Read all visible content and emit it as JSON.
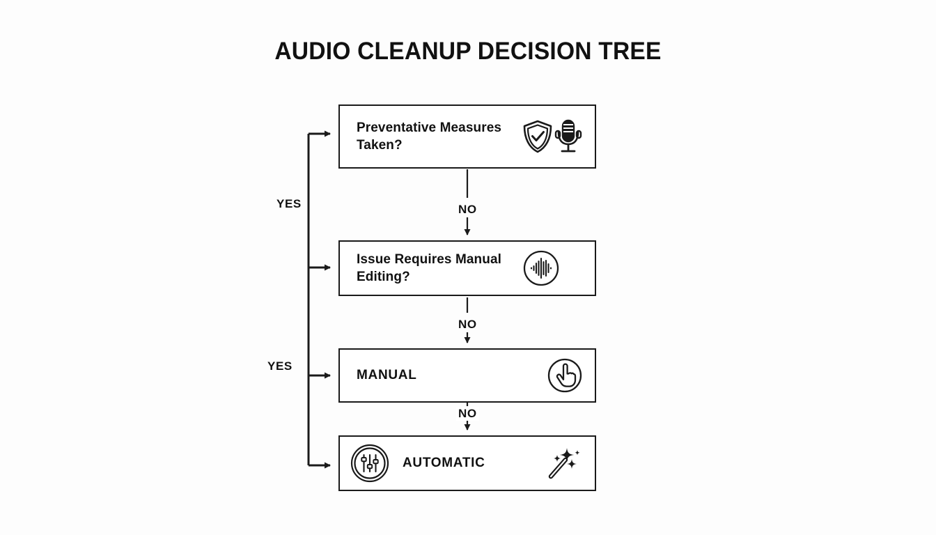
{
  "page": {
    "title": "AUDIO CLEANUP DECISION TREE",
    "background_color": "#fdfdfd",
    "line_color": "#1a1a1a",
    "text_color": "#111111"
  },
  "chart_data": {
    "type": "diagram",
    "diagram_kind": "decision-tree-flowchart",
    "title": "AUDIO CLEANUP DECISION TREE",
    "nodes": [
      {
        "id": "q1",
        "label": "Preventative Measures Taken?",
        "kind": "decision",
        "icons": [
          "shield-check-icon",
          "microphone-icon"
        ],
        "icon_position": "right"
      },
      {
        "id": "q2",
        "label": "Issue Requires Manual Editing?",
        "kind": "decision",
        "icons": [
          "waveform-circle-icon"
        ],
        "icon_position": "right"
      },
      {
        "id": "r1",
        "label": "MANUAL",
        "kind": "outcome",
        "icons": [
          "pointing-hand-circle-icon"
        ],
        "icon_position": "right"
      },
      {
        "id": "r2",
        "label": "AUTOMATIC",
        "kind": "outcome",
        "icons": [
          "equalizer-sliders-circle-icon",
          "magic-wand-icon"
        ],
        "icon_position": "both"
      }
    ],
    "edges": [
      {
        "from": "rail",
        "to": "q1",
        "label": "YES",
        "direction": "right"
      },
      {
        "from": "q1",
        "to": "q2",
        "label": "NO",
        "direction": "down"
      },
      {
        "from": "rail",
        "to": "q2",
        "label": "YES",
        "direction": "right"
      },
      {
        "from": "q2",
        "to": "r1",
        "label": "NO",
        "direction": "down"
      },
      {
        "from": "rail",
        "to": "r1",
        "label": "YES",
        "direction": "right"
      },
      {
        "from": "r1",
        "to": "r2",
        "label": "NO",
        "direction": "down"
      },
      {
        "from": "rail",
        "to": "r2",
        "label": "YES",
        "direction": "right"
      }
    ],
    "edge_labels": {
      "yes_upper": "YES",
      "yes_lower": "YES",
      "no_first": "NO",
      "no_second": "NO",
      "no_third": "NO"
    }
  }
}
